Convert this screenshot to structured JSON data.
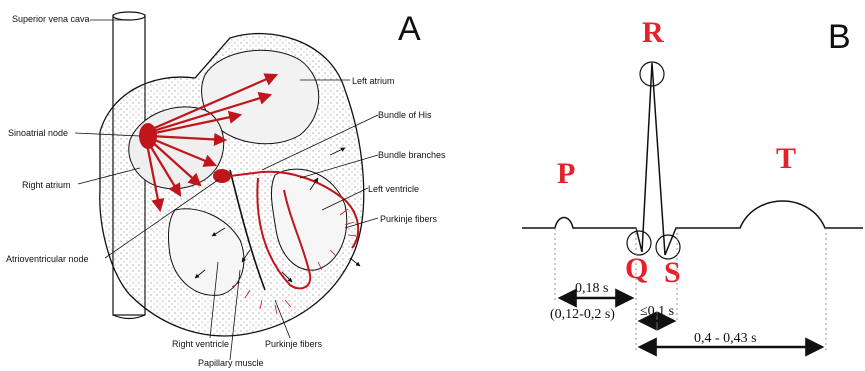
{
  "colors": {
    "conduction": "#c0161b",
    "wave_label": "#e8202a",
    "ink": "#111111"
  },
  "panel_a": {
    "letter": "A",
    "labels": {
      "superior_vena_cava": "Superior vena cava",
      "left_atrium": "Left atrium",
      "sinoatrial_node": "Sinoatrial node",
      "bundle_of_his": "Bundle of His",
      "bundle_branches": "Bundle branches",
      "right_atrium": "Right atrium",
      "left_ventricle": "Left ventricle",
      "purkinje_fibers_upper": "Purkinje fibers",
      "atrioventricular_node": "Atrioventricular node",
      "right_ventricle": "Right ventricle",
      "purkinje_fibers_lower": "Purkinje fibers",
      "papillary_muscle": "Papillary muscle"
    }
  },
  "panel_b": {
    "letter": "B",
    "waves": {
      "p": "P",
      "r": "R",
      "t": "T",
      "q": "Q",
      "s": "S"
    },
    "intervals": {
      "pq_main": "0,18 s",
      "pq_range": "(0,12-0,2 s)",
      "qrs": "≤0,1 s",
      "qt": "0,4 - 0,43 s"
    }
  }
}
